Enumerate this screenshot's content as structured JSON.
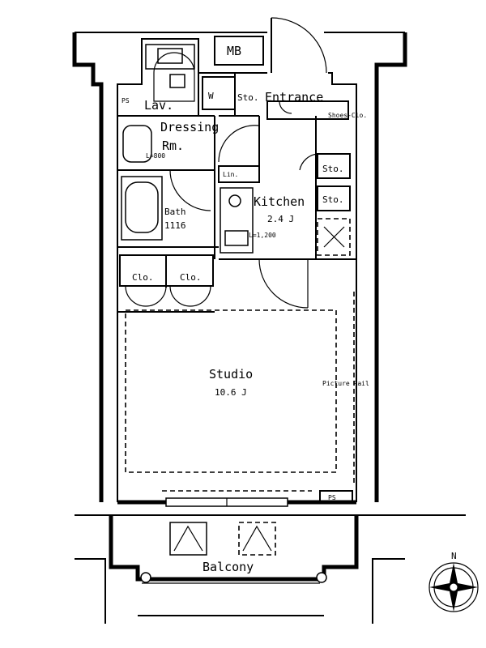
{
  "rooms": {
    "mb": "MB",
    "ps_top": "PS",
    "lav": "Lav.",
    "w": "W",
    "sto_entrance": "Sto.",
    "entrance": "Entrance",
    "shoes": "Shoes-Clo.",
    "dressing": "Dressing",
    "rm": "Rm.",
    "sto_kitchen_1": "Sto.",
    "sto_kitchen_2": "Sto.",
    "lin": "Lin.",
    "bath": "Bath",
    "bath_size": "1116",
    "kitchen": "Kitchen",
    "kitchen_size": "2.4 J",
    "kitchen_note": "L=1,200",
    "clo_1": "Clo.",
    "clo_2": "Clo.",
    "studio": "Studio",
    "studio_size": "10.6 J",
    "picture_rail": "Picture Rail",
    "ps_bottom": "PS",
    "balcony": "Balcony",
    "basin_note": "L=800",
    "north": "N"
  }
}
